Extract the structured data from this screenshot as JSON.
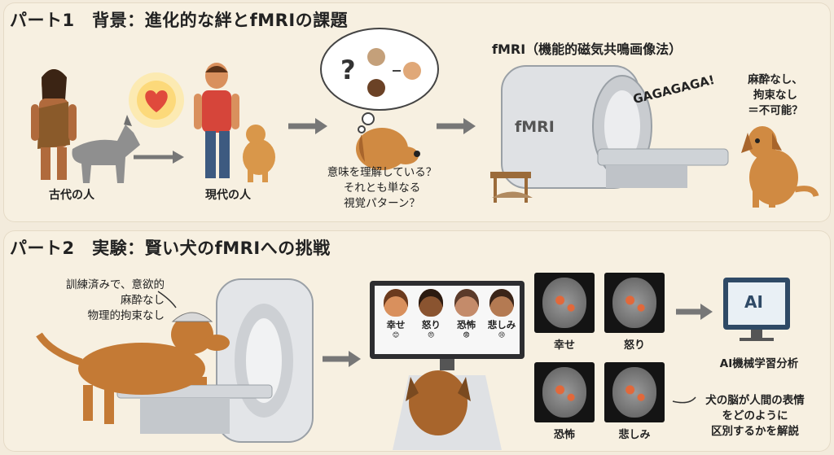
{
  "part1": {
    "title": "パート1　背景：進化的な絆とfMRIの課題",
    "ancient_label": "古代の人",
    "modern_label": "現代の人",
    "question_lines": [
      "意味を理解している？",
      "それとも単なる",
      "視覚パターン？"
    ],
    "question_mark": "?",
    "fmri_heading": "fMRI（機能的磁気共鳴画像法）",
    "machine_text": "fMRI",
    "noise_text": "GAGAGAGA!",
    "anesthesia_lines": [
      "麻酔なし、",
      "拘束なし",
      "＝不可能？"
    ]
  },
  "part2": {
    "title": "パート2　実験：賢い犬のfMRIへの挑戦",
    "trained_lines": [
      "訓練済みで、意欲的",
      "麻酔なし",
      "物理的拘束なし"
    ],
    "faces": [
      {
        "label": "幸せ",
        "emoji": "😊",
        "skin": "#d9905d",
        "hair": "#6b3a1e"
      },
      {
        "label": "怒り",
        "emoji": "😠",
        "skin": "#8a5430",
        "hair": "#2b1a10"
      },
      {
        "label": "恐怖",
        "emoji": "😨",
        "skin": "#c48b6a",
        "hair": "#5a3a2a"
      },
      {
        "label": "悲しみ",
        "emoji": "😢",
        "skin": "#b47a52",
        "hair": "#3a2418"
      }
    ],
    "brain_labels": [
      "幸せ",
      "怒り",
      "恐怖",
      "悲しみ"
    ],
    "ai_box": "AI",
    "ai_label": "AI機械学習分析",
    "result_lines": [
      "犬の脳が人間の表情",
      "をどのように",
      "区別するかを解説"
    ]
  },
  "colors": {
    "background": "#f3ebdc",
    "panel": "#f7f0e1",
    "arrow": "#777777",
    "dog": "#c47a35",
    "heart": "#e04a3c"
  }
}
